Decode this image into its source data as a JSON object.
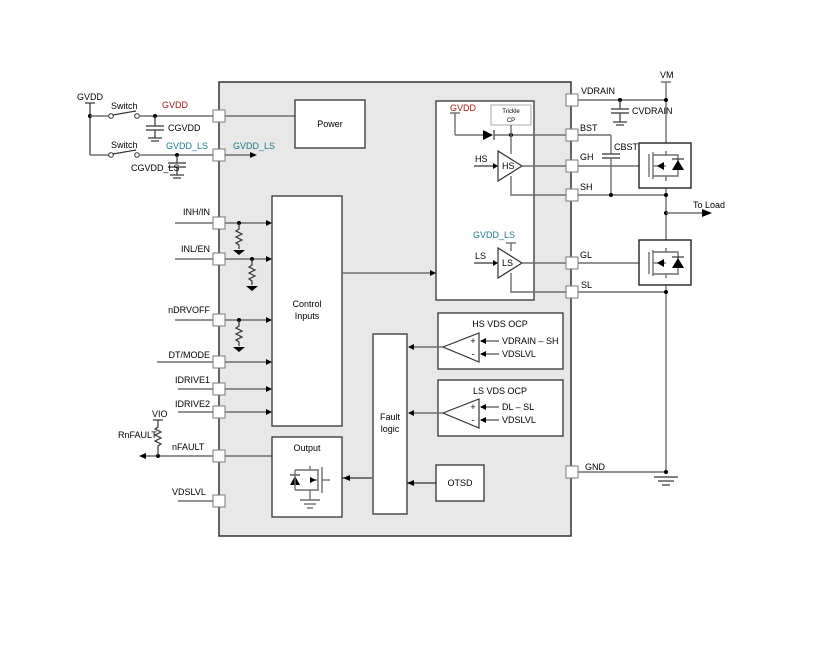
{
  "supply_labels": {
    "gvdd_source": "GVDD",
    "switch1": "Switch",
    "switch2": "Switch",
    "gvdd_net": "GVDD",
    "gvdd_ls_net": "GVDD_LS",
    "gvdd_ls_internal": "GVDD_LS",
    "c_gvdd": "CGVDD",
    "c_gvdd_ls": "CGVDD_LS"
  },
  "blocks": {
    "power": "Power",
    "control_inputs": [
      "Control",
      "Inputs"
    ],
    "fault_logic": [
      "Fault",
      "logic"
    ],
    "output": "Output",
    "otsd": "OTSD",
    "trickle_cp": [
      "Trickle",
      "CP"
    ],
    "hs_ocp_title": "HS VDS OCP",
    "ls_ocp_title": "LS VDS OCP"
  },
  "driver": {
    "gvdd_label": "GVDD",
    "gvdd_ls_label": "GVDD_LS",
    "hs_input": "HS",
    "hs_amp": "HS",
    "ls_input": "LS",
    "ls_amp": "LS"
  },
  "ocp": {
    "hs_plus": "VDRAIN – SH",
    "hs_minus": "VDSLVL",
    "ls_plus": "DL – SL",
    "ls_minus": "VDSLVL",
    "plus_sign": "+",
    "minus_sign": "-"
  },
  "left_pins": [
    "INH/IN",
    "INL/EN",
    "nDRVOFF",
    "DT/MODE",
    "IDRIVE1",
    "IDRIVE2",
    "nFAULT",
    "VDSLVL"
  ],
  "right_pins": [
    "VDRAIN",
    "BST",
    "GH",
    "SH",
    "GL",
    "SL",
    "GND"
  ],
  "external": {
    "vm": "VM",
    "c_vdrain": "CVDRAIN",
    "c_bst": "CBST",
    "to_load": "To Load",
    "vio": "VIO",
    "r_nfault": "RnFAULT"
  }
}
